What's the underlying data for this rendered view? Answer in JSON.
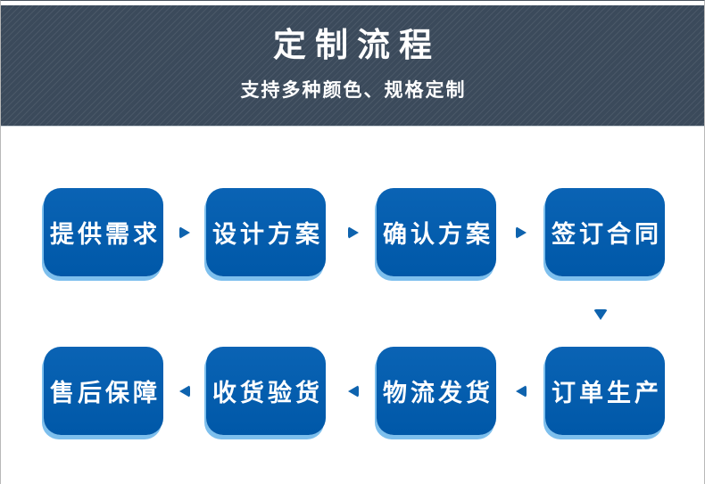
{
  "header": {
    "title": "定制流程",
    "subtitle": "支持多种颜色、规格定制"
  },
  "steps": [
    {
      "id": "provide-requirements",
      "label": "提供需求"
    },
    {
      "id": "design-plan",
      "label": "设计方案"
    },
    {
      "id": "confirm-plan",
      "label": "确认方案"
    },
    {
      "id": "sign-contract",
      "label": "签订合同"
    },
    {
      "id": "order-production",
      "label": "订单生产"
    },
    {
      "id": "logistics-shipping",
      "label": "物流发货"
    },
    {
      "id": "receive-inspect",
      "label": "收货验货"
    },
    {
      "id": "after-sales-support",
      "label": "售后保障"
    }
  ],
  "flow_direction": {
    "row1": "left-to-right",
    "row2": "right-to-left"
  },
  "colors": {
    "header_background": "#3b4a5b",
    "box_blue": "#005bac",
    "box_bottom_edge": "#7dbfed",
    "arrow_blue": "#0e63ae",
    "text_white": "#ffffff"
  }
}
